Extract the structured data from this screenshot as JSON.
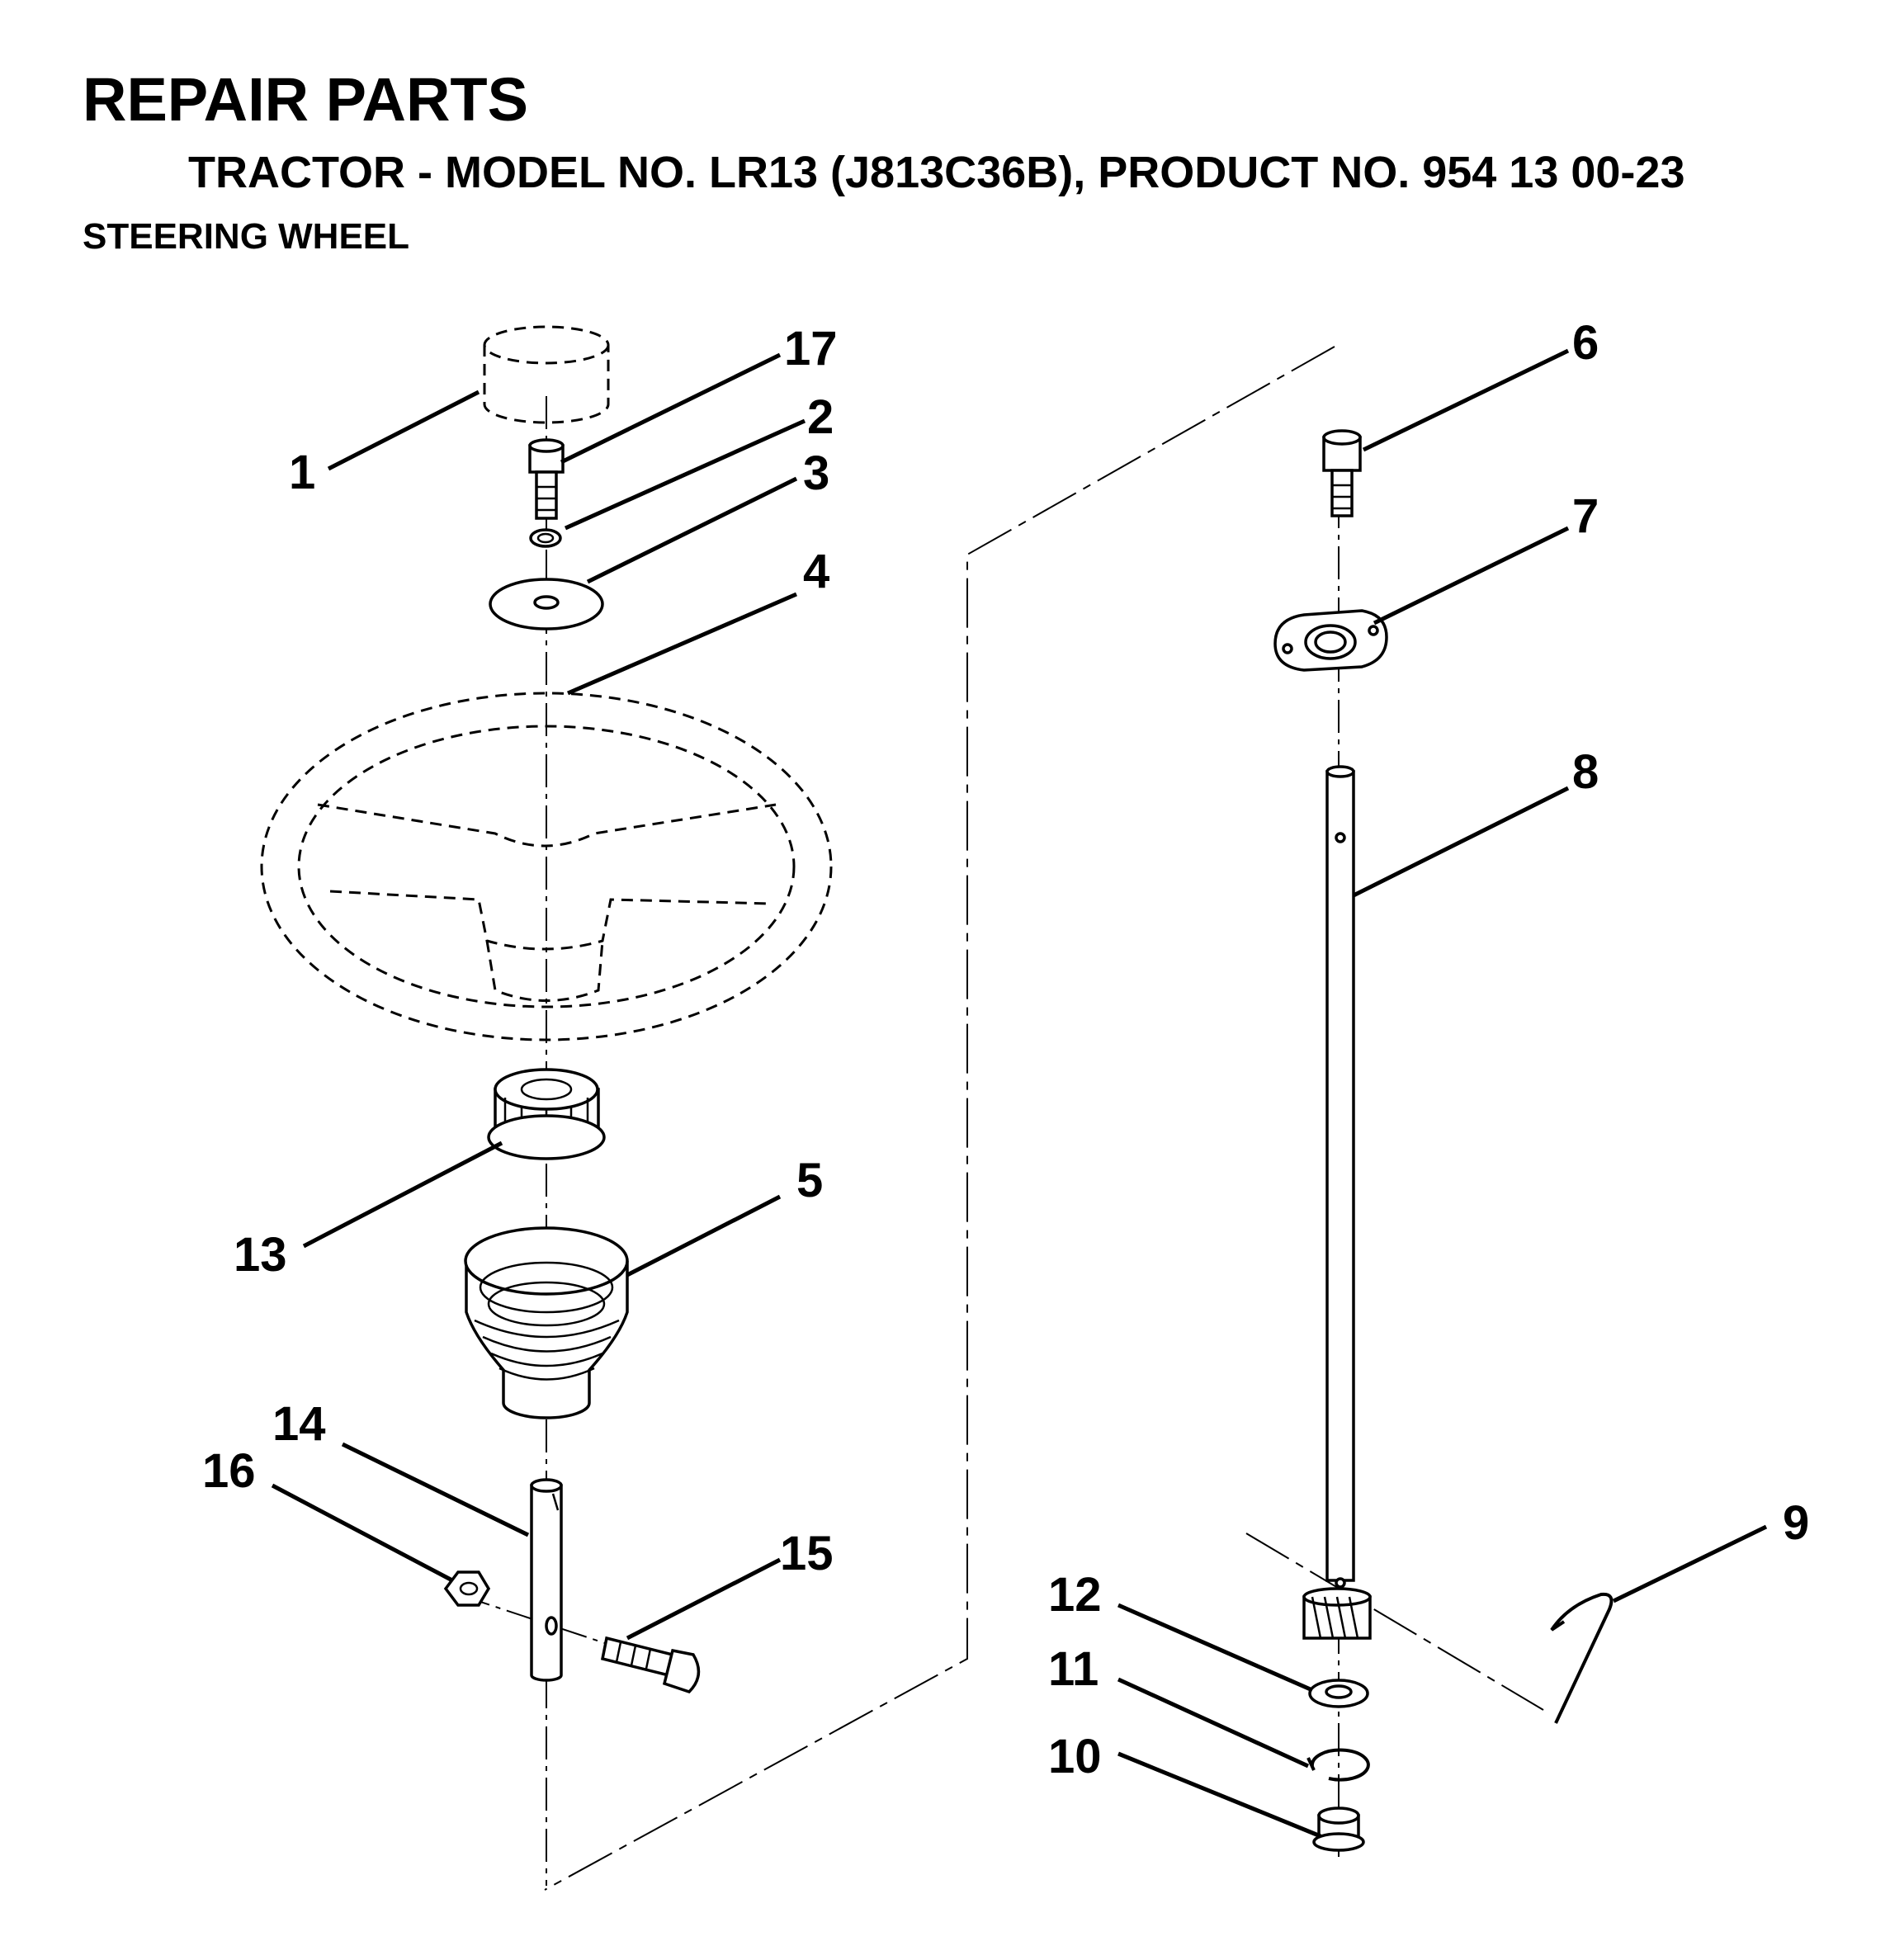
{
  "header": {
    "title": "REPAIR PARTS",
    "subtitle": "TRACTOR - MODEL NO. LR13 (J813C36B), PRODUCT NO. 954 13 00-23",
    "section": "STEERING WHEEL"
  },
  "callouts": [
    {
      "id": "1",
      "part": "steering wheel cap"
    },
    {
      "id": "17",
      "part": "hex bolt"
    },
    {
      "id": "2",
      "part": "lock washer"
    },
    {
      "id": "3",
      "part": "flat washer"
    },
    {
      "id": "4",
      "part": "steering wheel"
    },
    {
      "id": "13",
      "part": "steering adapter"
    },
    {
      "id": "5",
      "part": "steering boot"
    },
    {
      "id": "14",
      "part": "steering extension"
    },
    {
      "id": "16",
      "part": "hex nut"
    },
    {
      "id": "15",
      "part": "bolt"
    },
    {
      "id": "6",
      "part": "hex bolt"
    },
    {
      "id": "7",
      "part": "bearing flange"
    },
    {
      "id": "8",
      "part": "steering shaft"
    },
    {
      "id": "9",
      "part": "wire clip"
    },
    {
      "id": "12",
      "part": "washer"
    },
    {
      "id": "11",
      "part": "retaining ring"
    },
    {
      "id": "10",
      "part": "bushing"
    }
  ]
}
